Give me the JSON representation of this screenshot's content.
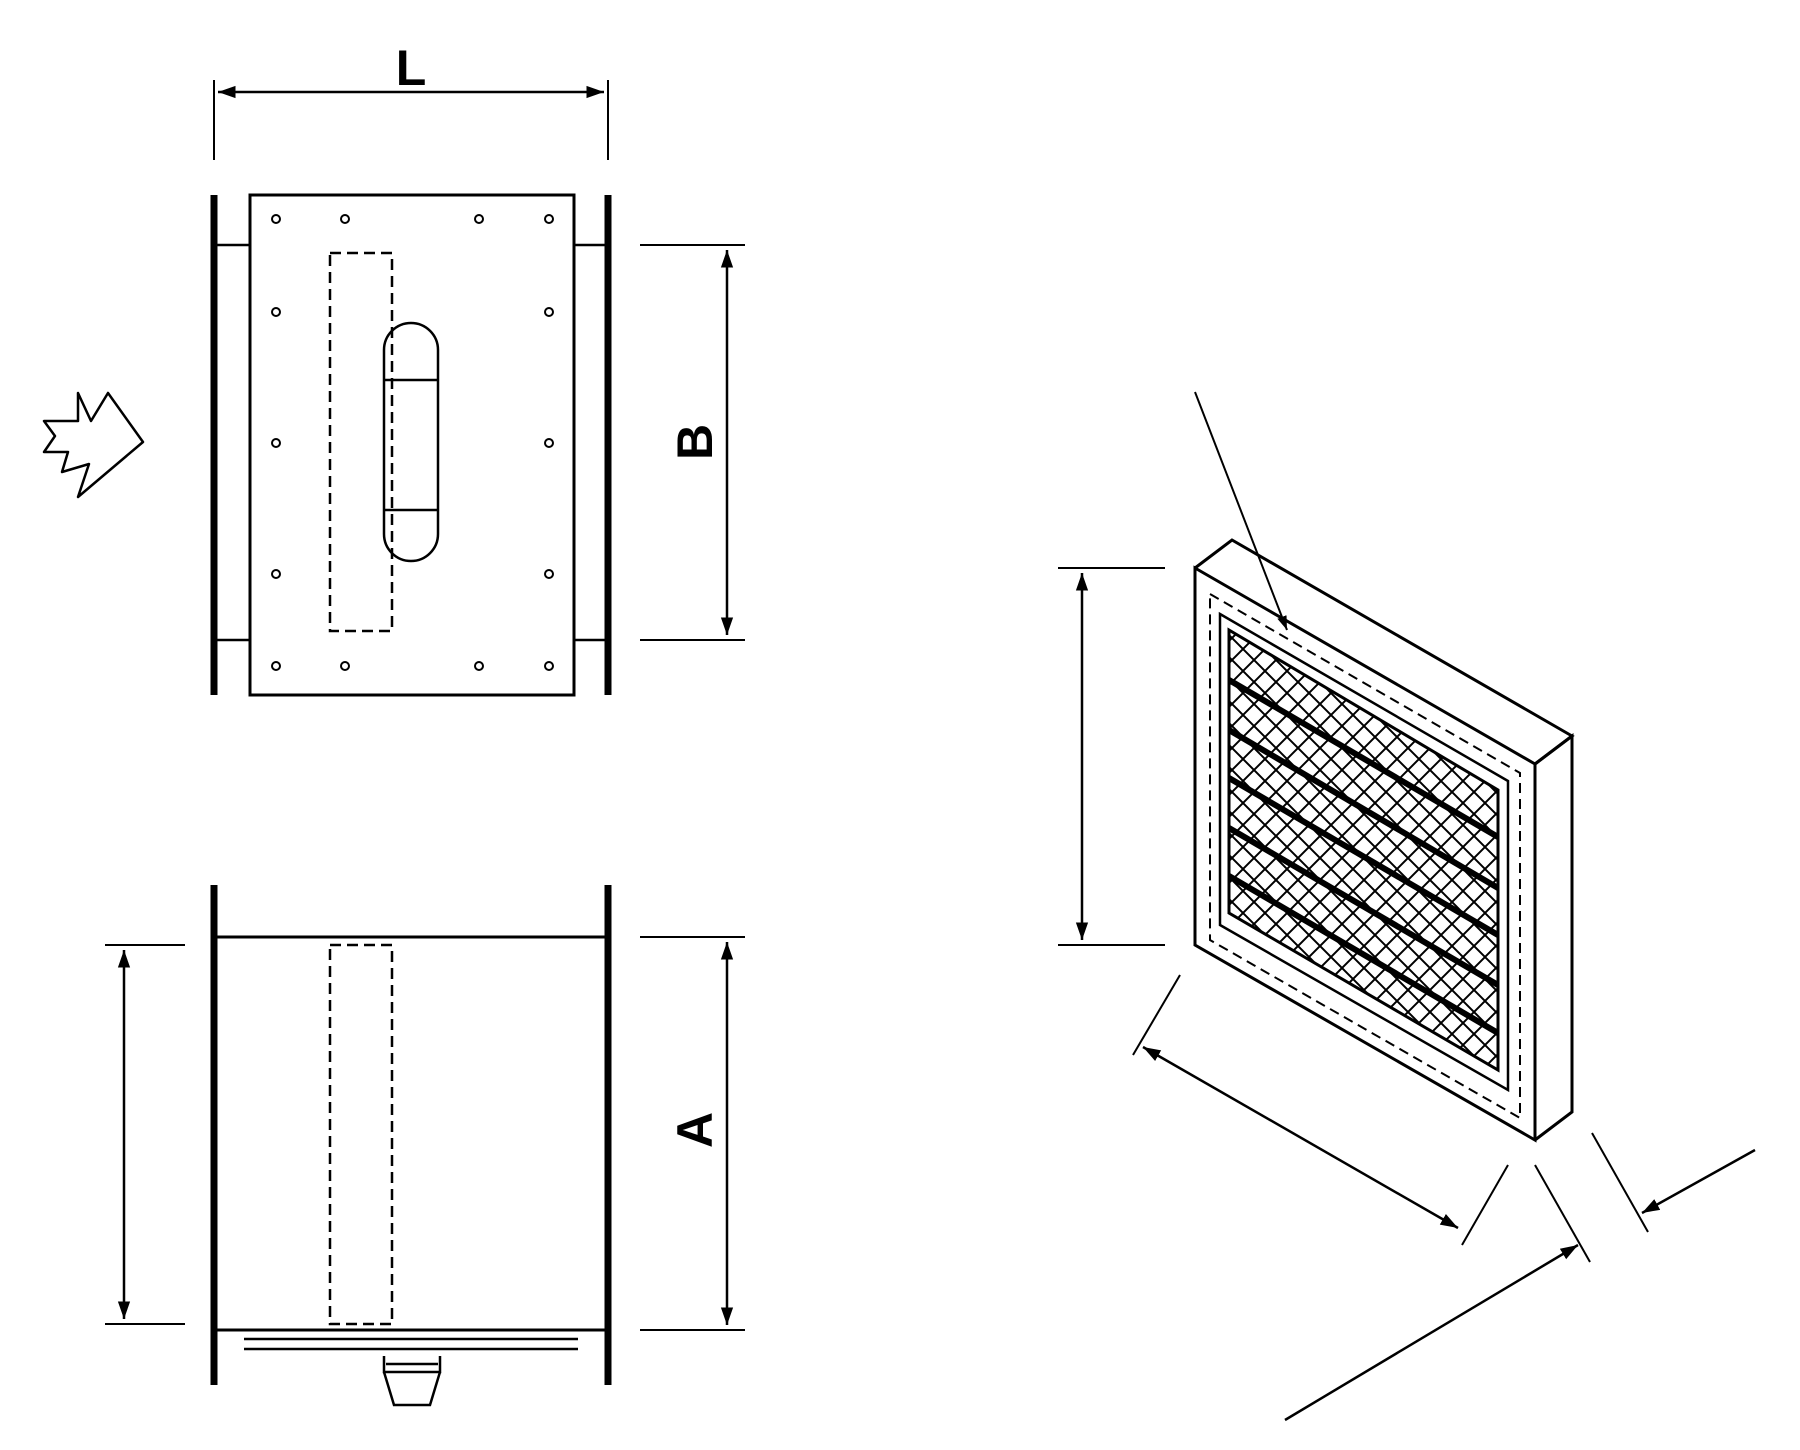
{
  "labels": {
    "length": "L",
    "height": "B",
    "width": "A"
  },
  "colors": {
    "line": "#000000",
    "background": "#ffffff"
  }
}
